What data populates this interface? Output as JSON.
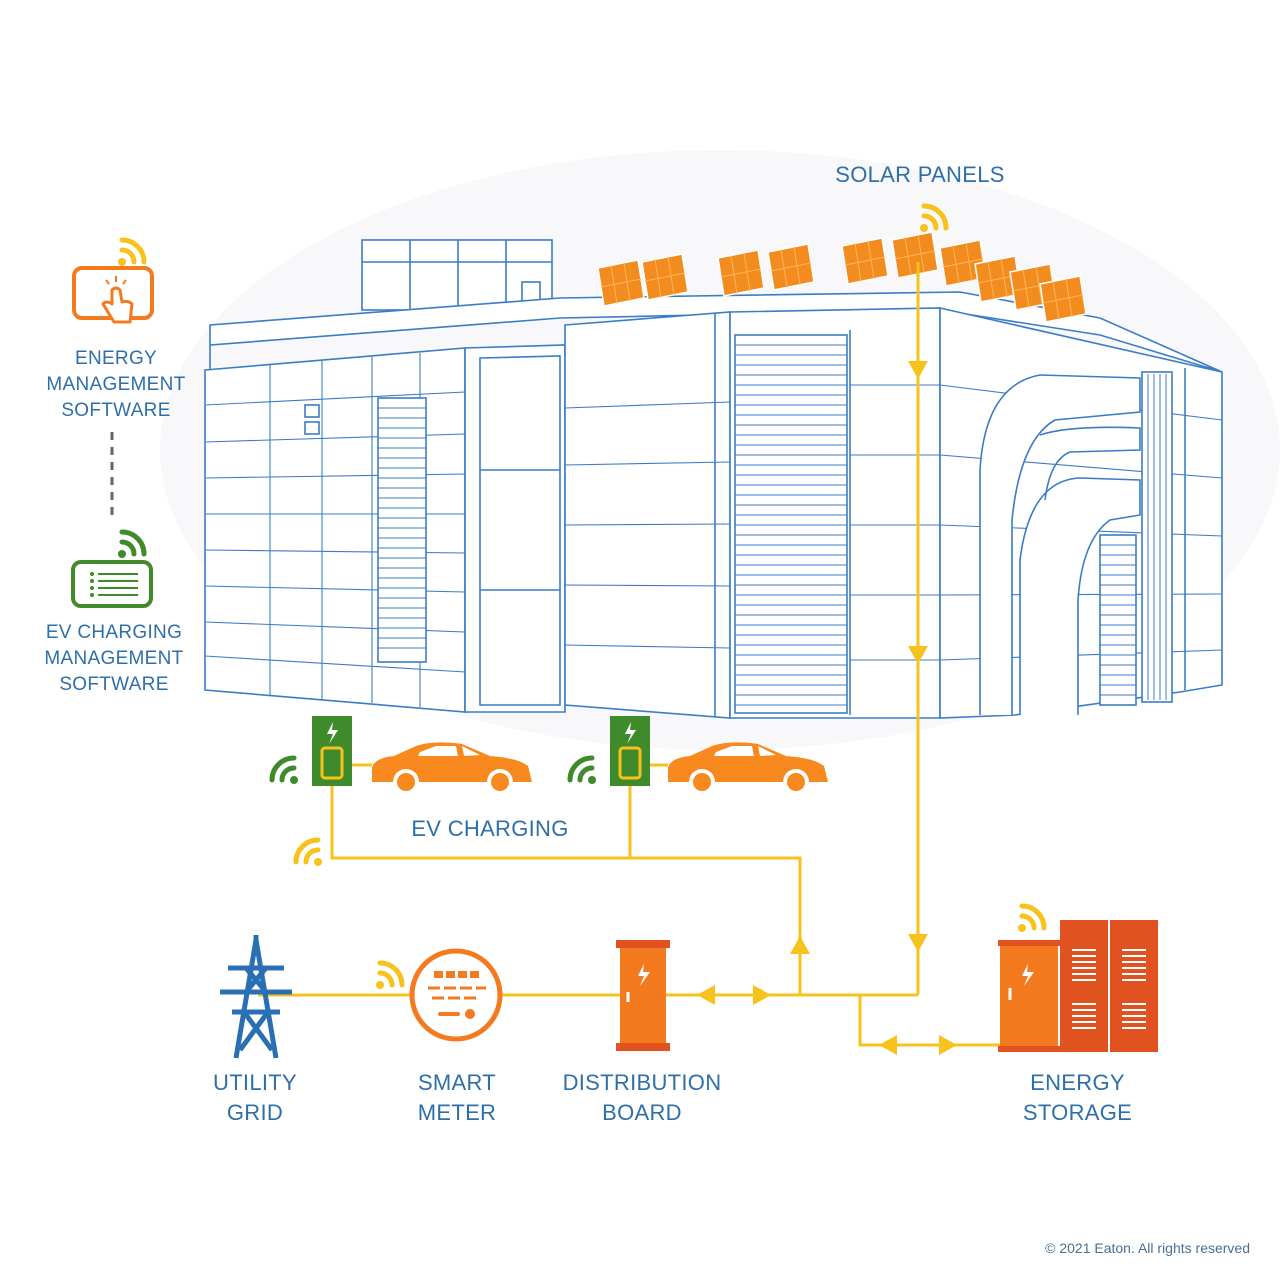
{
  "labels": {
    "solar_panels": "SOLAR PANELS",
    "energy_management_software": [
      "ENERGY",
      "MANAGEMENT",
      "SOFTWARE"
    ],
    "ev_charging_management_software": [
      "EV CHARGING",
      "MANAGEMENT",
      "SOFTWARE"
    ],
    "ev_charging": "EV CHARGING",
    "utility_grid": [
      "UTILITY",
      "GRID"
    ],
    "smart_meter": [
      "SMART",
      "METER"
    ],
    "distribution_board": [
      "DISTRIBUTION",
      "BOARD"
    ],
    "energy_storage": [
      "ENERGY",
      "STORAGE"
    ]
  },
  "copyright": "© 2021 Eaton. All rights reserved",
  "colors": {
    "building_line": "#3b7dc4",
    "label_text": "#2f6fa8",
    "flow_line": "#f7c21c",
    "solar_orange": "#f28c1e",
    "device_orange": "#f47a20",
    "storage_red": "#e0521f",
    "charger_green": "#3f8a2a",
    "wifi_yellow": "#f7c21c",
    "wifi_green": "#3f8a2a"
  },
  "icons": [
    "wifi-icon",
    "touch-screen-icon",
    "ev-software-icon",
    "ev-charger-icon",
    "car-icon",
    "power-tower-icon",
    "smart-meter-icon",
    "distribution-board-icon",
    "battery-storage-icon",
    "solar-panel-icon",
    "arrow-icon"
  ]
}
